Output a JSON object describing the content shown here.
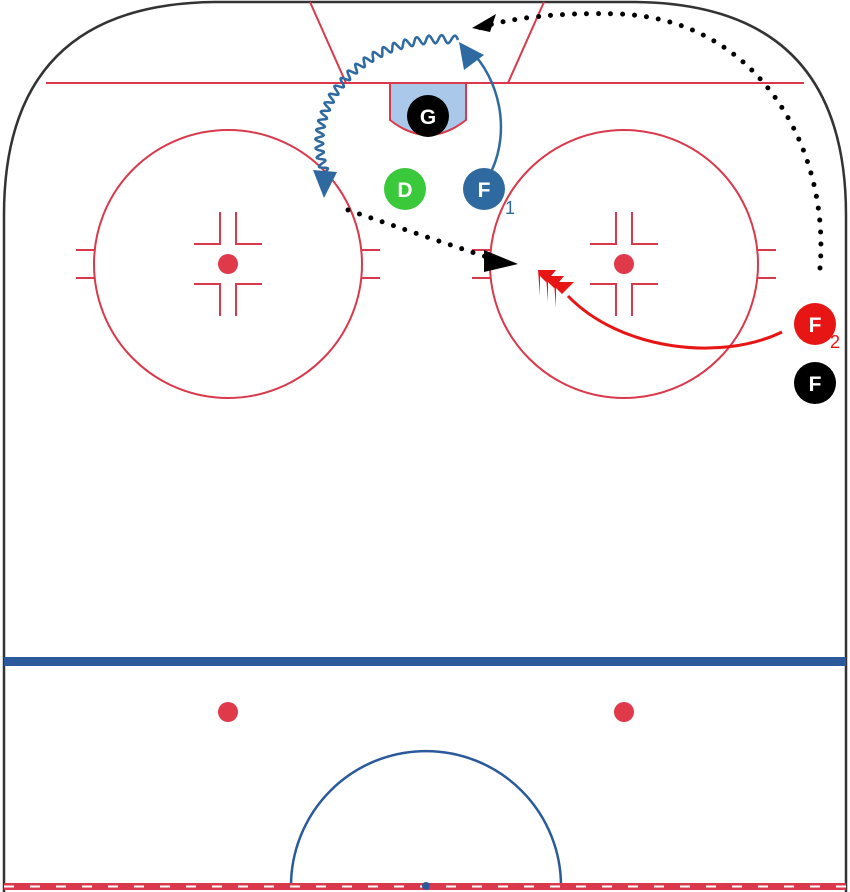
{
  "colors": {
    "board": "#333333",
    "red_line": "#d9394a",
    "blue_line": "#2a5a9b",
    "crease_fill": "#a9c8ea",
    "dot": "#e0394a",
    "pass_path": "#000000",
    "blue_skater": "#2e6aa0",
    "red_skater": "#e81515",
    "goalie": "#000000",
    "defense": "#3ac93a"
  },
  "players": {
    "goalie": {
      "label": "G",
      "sub": "",
      "color": "#000000"
    },
    "defense": {
      "label": "D",
      "sub": "",
      "color": "#3ac93a"
    },
    "forward_1": {
      "label": "F",
      "sub": "1",
      "color": "#2e6aa0"
    },
    "forward_2": {
      "label": "F",
      "sub": "2",
      "color": "#e81515"
    },
    "forward_3": {
      "label": "F",
      "sub": "",
      "color": "#000000"
    }
  },
  "icons": {
    "skate_path": "arrow-curve",
    "pass_path": "dotted-arrow",
    "stickhandle_path": "wavy-arrow",
    "shot": "triple-chevron-shot"
  }
}
